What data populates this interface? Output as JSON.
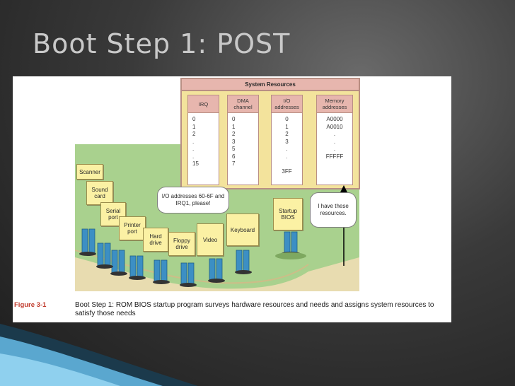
{
  "slide": {
    "title": "Boot Step 1:  POST"
  },
  "figure": {
    "label": "Figure 3-1",
    "caption": "Boot Step 1: ROM BIOS startup program surveys hardware resources and needs and assigns system resources to satisfy those needs",
    "system_resources": {
      "title": "System Resources",
      "columns": [
        {
          "header": "IRQ",
          "values": [
            "0",
            "1",
            "2",
            ".",
            ".",
            ".",
            "15"
          ]
        },
        {
          "header": "DMA channel",
          "values": [
            "0",
            "1",
            "2",
            "3",
            "5",
            "6",
            "7"
          ]
        },
        {
          "header": "I/O addresses",
          "values": [
            "0",
            "1",
            "2",
            "3",
            ".",
            ".",
            "",
            "3FF"
          ]
        },
        {
          "header": "Memory addresses",
          "values": [
            "A0000",
            "A0010",
            ".",
            ".",
            ".",
            "FFFFF"
          ]
        }
      ]
    },
    "devices": [
      "Scanner",
      "Sound card",
      "Serial port",
      "Printer port",
      "Hard drive",
      "Floppy drive",
      "Video",
      "Keyboard"
    ],
    "bios_sign": "Startup BIOS",
    "request_bubble": "I/O addresses 60-6F and IRQ1, please!",
    "reply_bubble": "I have these resources.",
    "colors": {
      "background_green": "#a9d18e",
      "table_fill": "#f3e39c",
      "table_header": "#e7b6ae",
      "sign_fill": "#fbf1a4",
      "figure_label": "#c0392b"
    }
  }
}
